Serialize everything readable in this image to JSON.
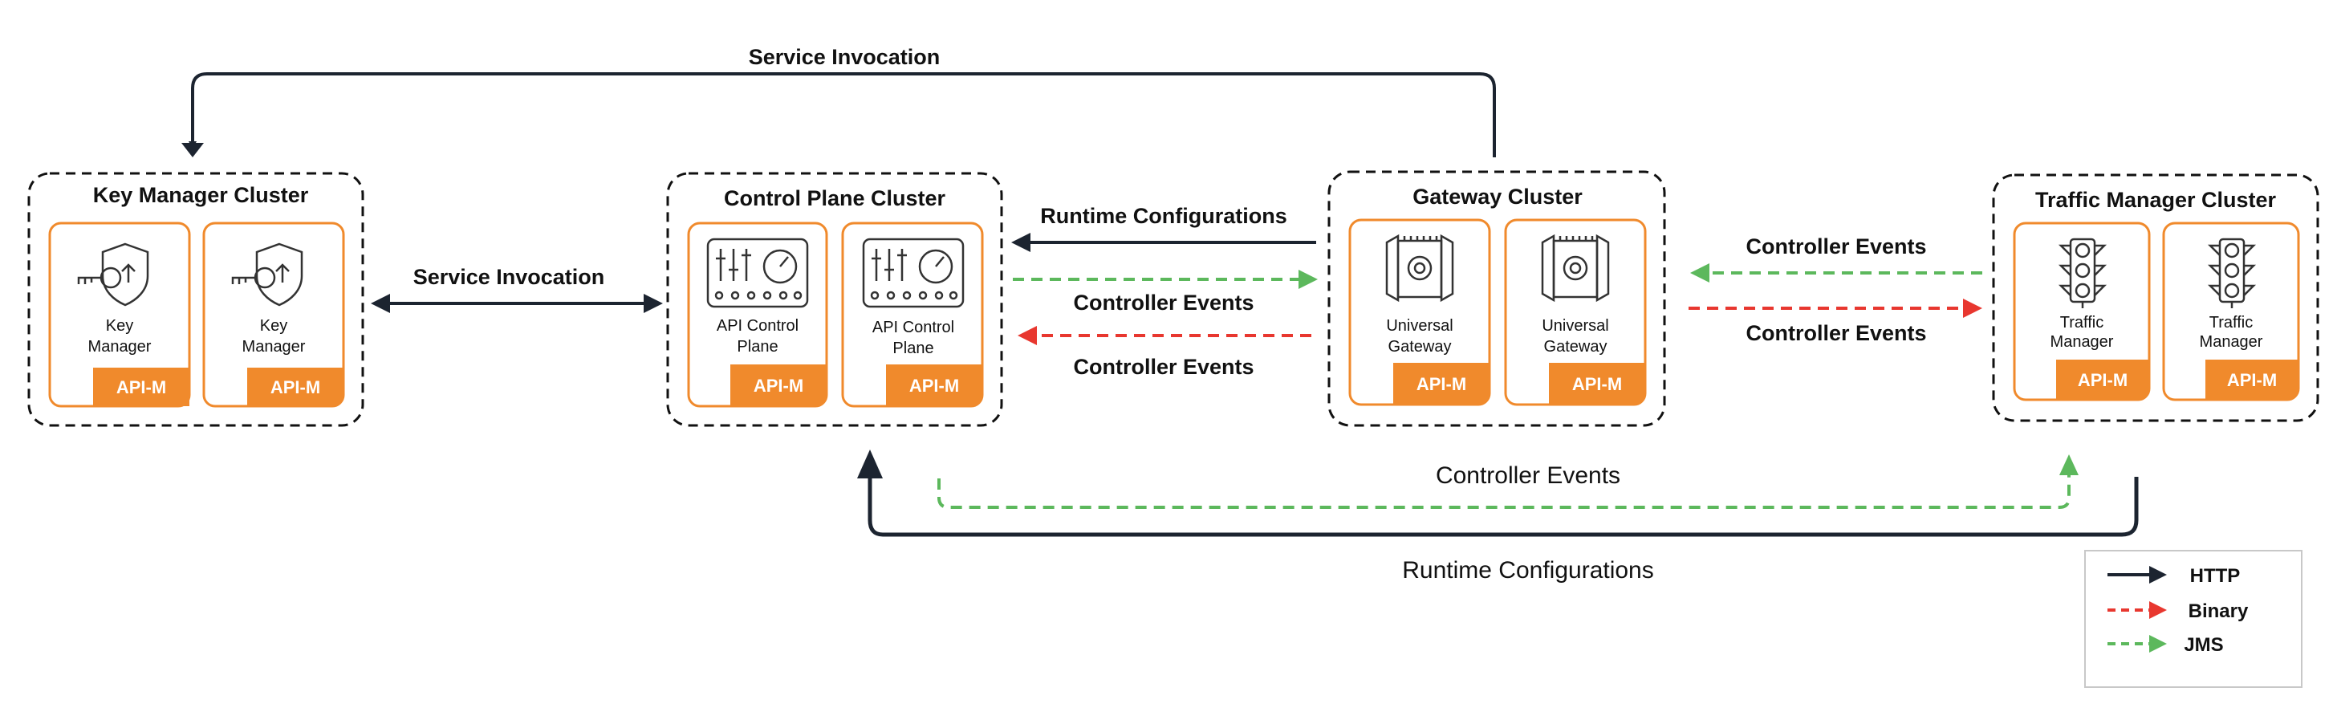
{
  "colors": {
    "http": "#1c2430",
    "binary": "#e8372f",
    "jms": "#5cb85c",
    "accent": "#f08a2c",
    "border": "#111111"
  },
  "clusters": {
    "key_manager": {
      "title": "Key Manager Cluster",
      "cards": [
        {
          "line1": "Key",
          "line2": "Manager",
          "badge": "API-M",
          "icon": "key-shield-icon"
        },
        {
          "line1": "Key",
          "line2": "Manager",
          "badge": "API-M",
          "icon": "key-shield-icon"
        }
      ]
    },
    "control_plane": {
      "title": "Control Plane Cluster",
      "cards": [
        {
          "line1": "API Control",
          "line2": "Plane",
          "badge": "API-M",
          "icon": "control-panel-icon"
        },
        {
          "line1": "API Control",
          "line2": "Plane",
          "badge": "API-M",
          "icon": "control-panel-icon"
        }
      ]
    },
    "gateway": {
      "title": "Gateway Cluster",
      "cards": [
        {
          "line1": "Universal",
          "line2": "Gateway",
          "badge": "API-M",
          "icon": "gateway-icon"
        },
        {
          "line1": "Universal",
          "line2": "Gateway",
          "badge": "API-M",
          "icon": "gateway-icon"
        }
      ]
    },
    "traffic_manager": {
      "title": "Traffic Manager Cluster",
      "cards": [
        {
          "line1": "Traffic",
          "line2": "Manager",
          "badge": "API-M",
          "icon": "traffic-light-icon"
        },
        {
          "line1": "Traffic",
          "line2": "Manager",
          "badge": "API-M",
          "icon": "traffic-light-icon"
        }
      ]
    }
  },
  "labels": {
    "service_invocation_top": "Service Invocation",
    "service_invocation_mid": "Service Invocation",
    "runtime_config_top": "Runtime Configurations",
    "controller_events_cp_gw_1": "Controller Events",
    "controller_events_cp_gw_2": "Controller Events",
    "controller_events_gw_tm_1": "Controller Events",
    "controller_events_gw_tm_2": "Controller Events",
    "controller_events_bottom": "Controller Events",
    "runtime_config_bottom": "Runtime Configurations"
  },
  "legend": {
    "items": [
      {
        "label": "HTTP",
        "type": "http"
      },
      {
        "label": "Binary",
        "type": "binary"
      },
      {
        "label": "JMS",
        "type": "jms"
      }
    ]
  }
}
